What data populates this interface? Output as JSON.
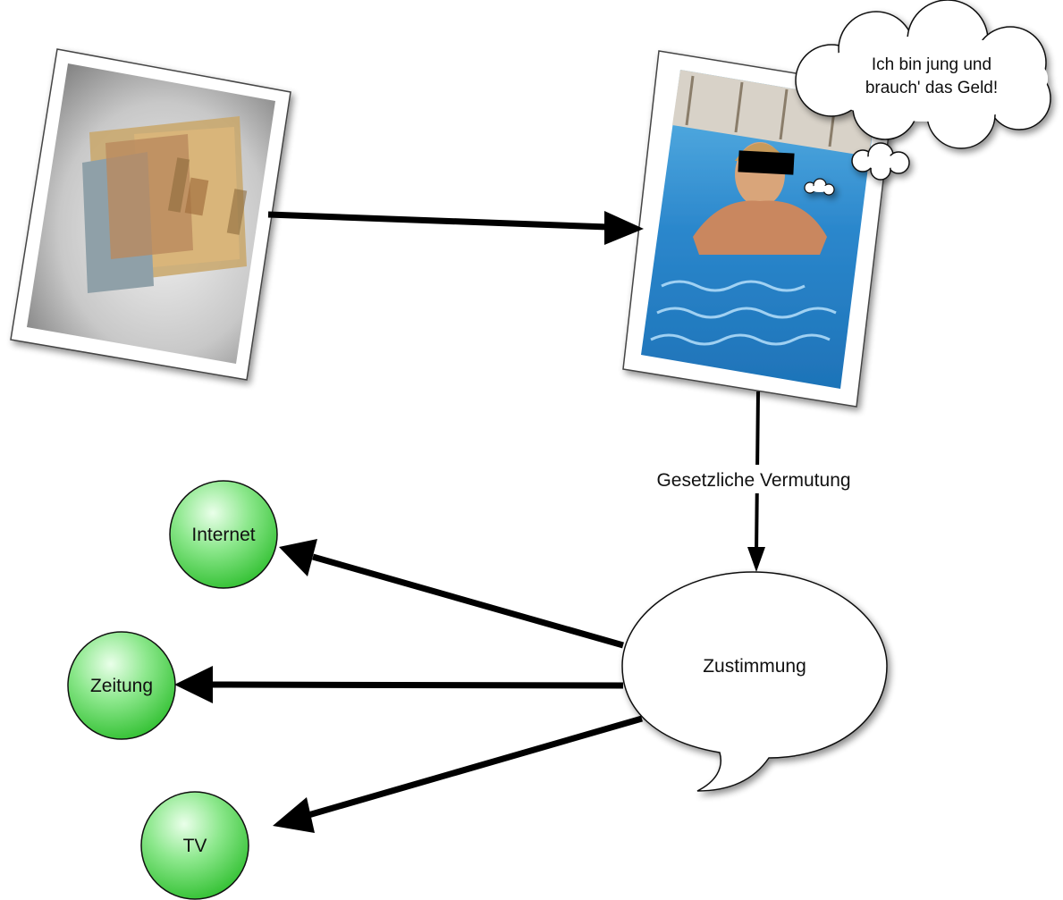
{
  "thought_bubble": {
    "line1": "Ich bin jung und",
    "line2": "brauch' das Geld!"
  },
  "edge_label": "Gesetzliche Vermutung",
  "speech_bubble": {
    "label": "Zustimmung"
  },
  "media_nodes": [
    {
      "id": "internet",
      "label": "Internet"
    },
    {
      "id": "zeitung",
      "label": "Zeitung"
    },
    {
      "id": "tv",
      "label": "TV"
    }
  ],
  "photos": [
    {
      "id": "money",
      "subject": "euro-banknotes"
    },
    {
      "id": "pool",
      "subject": "person-in-pool-censored"
    }
  ],
  "colors": {
    "node_green": "#7be07b",
    "node_green_dark": "#2fbf2f",
    "arrow": "#000000",
    "water": "#2f8fd0"
  }
}
